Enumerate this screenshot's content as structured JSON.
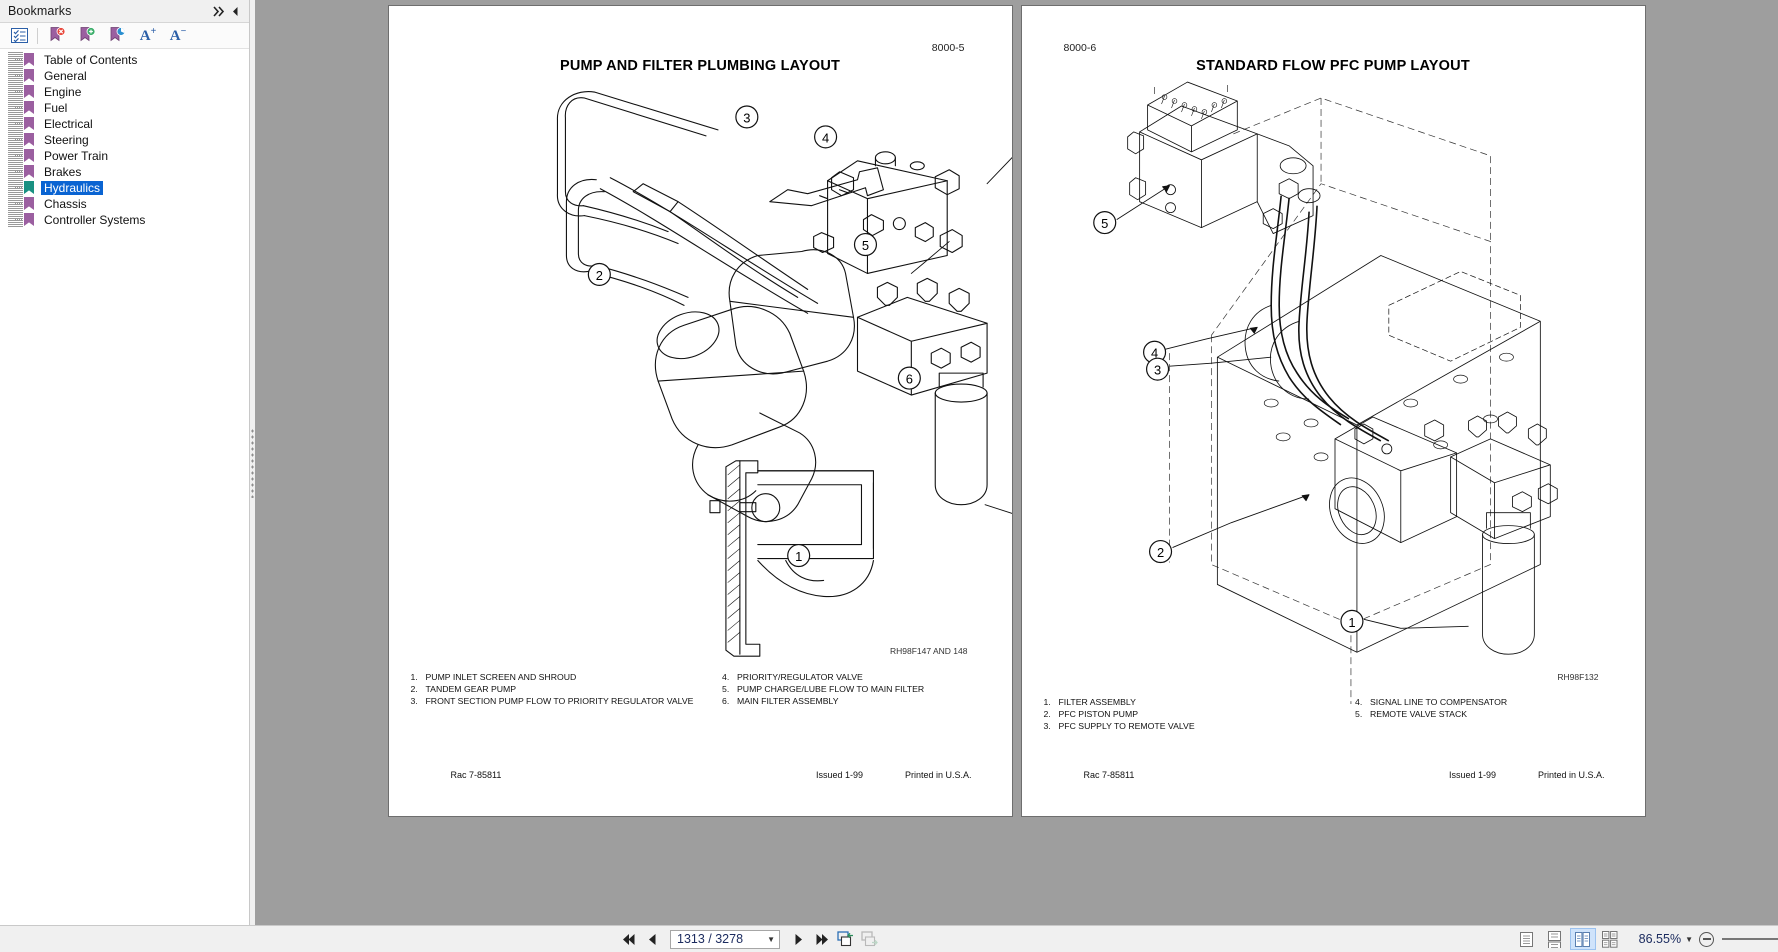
{
  "sidebar": {
    "header_title": "Bookmarks",
    "header_buttons": [
      {
        "name": "collapse-all",
        "glyph": "▸▸"
      },
      {
        "name": "hide-panel",
        "glyph": "◂"
      }
    ],
    "toolbar": [
      {
        "name": "expand-collapse-icon",
        "label": "Expand/Collapse"
      },
      {
        "name": "delete-bookmark-icon",
        "label": "Delete Bookmark"
      },
      {
        "name": "new-bookmark-icon",
        "label": "New Bookmark"
      },
      {
        "name": "edit-bookmark-icon",
        "label": "Edit Bookmark"
      },
      {
        "name": "increase-text-size-icon",
        "label": "A+"
      },
      {
        "name": "decrease-text-size-icon",
        "label": "A-"
      }
    ],
    "items": [
      {
        "label": "Table of Contents",
        "selected": false
      },
      {
        "label": "General",
        "selected": false
      },
      {
        "label": "Engine",
        "selected": false
      },
      {
        "label": "Fuel",
        "selected": false
      },
      {
        "label": "Electrical",
        "selected": false
      },
      {
        "label": "Steering",
        "selected": false
      },
      {
        "label": "Power Train",
        "selected": false
      },
      {
        "label": "Brakes",
        "selected": false
      },
      {
        "label": "Hydraulics",
        "selected": true
      },
      {
        "label": "Chassis",
        "selected": false
      },
      {
        "label": "Controller Systems",
        "selected": false
      }
    ],
    "colors": {
      "flag": "#9b5fa0",
      "flag_selected": "#1a9182",
      "selection": "#0a64d2"
    }
  },
  "pages": [
    {
      "page_number": "8000-5",
      "page_number_align": "right",
      "title": "PUMP AND FILTER PLUMBING LAYOUT",
      "figure_code": "RH98F147 AND 148",
      "callouts": [
        "1",
        "2",
        "3",
        "4",
        "5",
        "6"
      ],
      "legend_left": [
        {
          "n": "1.",
          "t": "PUMP INLET SCREEN AND SHROUD"
        },
        {
          "n": "2.",
          "t": "TANDEM GEAR PUMP"
        },
        {
          "n": "3.",
          "t": "FRONT SECTION PUMP FLOW TO PRIORITY REGULATOR VALVE"
        }
      ],
      "legend_right": [
        {
          "n": "4.",
          "t": "PRIORITY/REGULATOR VALVE"
        },
        {
          "n": "5.",
          "t": "PUMP CHARGE/LUBE FLOW TO MAIN FILTER"
        },
        {
          "n": "6.",
          "t": "MAIN FILTER ASSEMBLY"
        }
      ],
      "footer_left": "Rac 7-85811",
      "footer_mid": "Issued 1-99",
      "footer_right": "Printed in U.S.A."
    },
    {
      "page_number": "8000-6",
      "page_number_align": "left",
      "title": "STANDARD FLOW PFC PUMP LAYOUT",
      "figure_code": "RH98F132",
      "callouts": [
        "1",
        "2",
        "3",
        "4",
        "5"
      ],
      "legend_left": [
        {
          "n": "1.",
          "t": "FILTER ASSEMBLY"
        },
        {
          "n": "2.",
          "t": "PFC PISTON PUMP"
        },
        {
          "n": "3.",
          "t": "PFC SUPPLY TO REMOTE VALVE"
        }
      ],
      "legend_right": [
        {
          "n": "4.",
          "t": "SIGNAL LINE TO COMPENSATOR"
        },
        {
          "n": "5.",
          "t": "REMOTE VALVE STACK"
        }
      ],
      "footer_left": "Rac 7-85811",
      "footer_mid": "Issued 1-99",
      "footer_right": "Printed in U.S.A."
    }
  ],
  "statusbar": {
    "first_page_button": "first-page",
    "prev_page_button": "previous-page",
    "page_value": "1313 / 3278",
    "next_page_button": "next-page",
    "last_page_button": "last-page",
    "view_modes": [
      {
        "name": "single-page-view",
        "active": false
      },
      {
        "name": "continuous-scroll-view",
        "active": false
      },
      {
        "name": "two-page-view",
        "active": true
      },
      {
        "name": "two-page-scroll-view",
        "active": false
      }
    ],
    "zoom_value": "86.55%",
    "zoom_out_button": "zoom-out"
  }
}
